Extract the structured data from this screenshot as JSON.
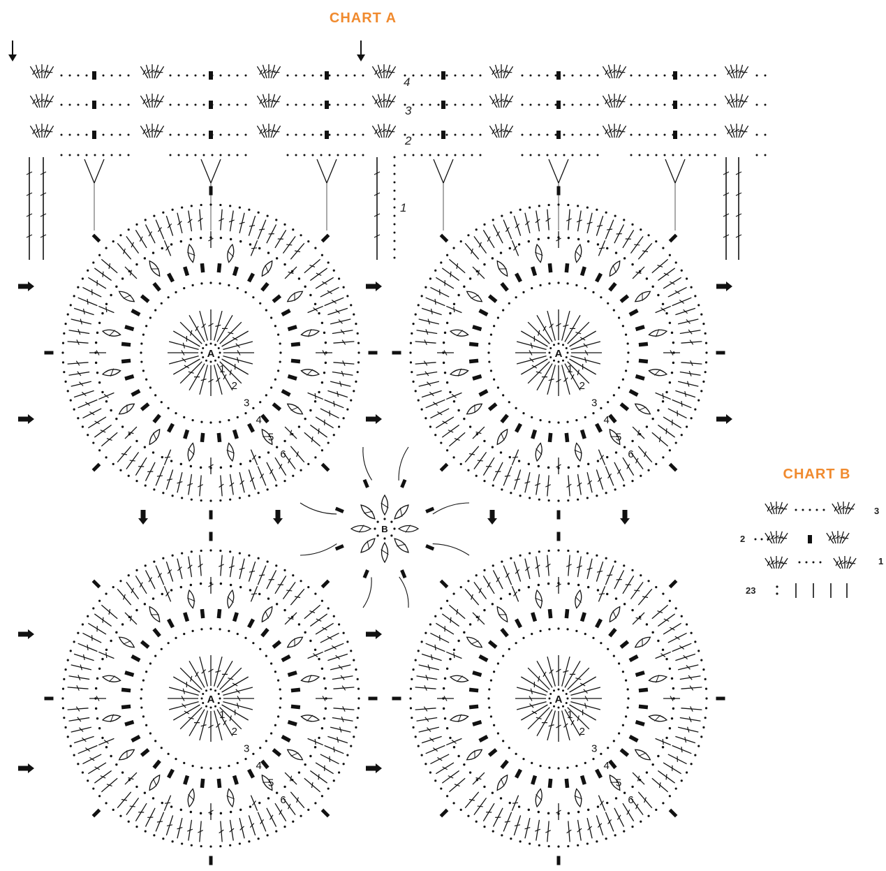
{
  "chart_a": {
    "title": "CHART A",
    "header_row_labels": [
      "4",
      "3",
      "2",
      "1"
    ],
    "motif_letter": "A",
    "joining_motif_letter": "B",
    "motif_round_labels": [
      "1",
      "2",
      "3",
      "4",
      "5",
      "6"
    ]
  },
  "chart_b": {
    "title": "CHART B",
    "row_labels": [
      "3",
      "2",
      "1",
      "23"
    ]
  },
  "ink_color": "#111111",
  "title_color": "#f08a2e",
  "icons": [
    "down-arrow-icon",
    "right-arrow-icon",
    "chain-dot",
    "double-crochet-stitch",
    "treble-stitch",
    "shell-stitch",
    "bobble-stitch",
    "slip-stitch-bar"
  ]
}
